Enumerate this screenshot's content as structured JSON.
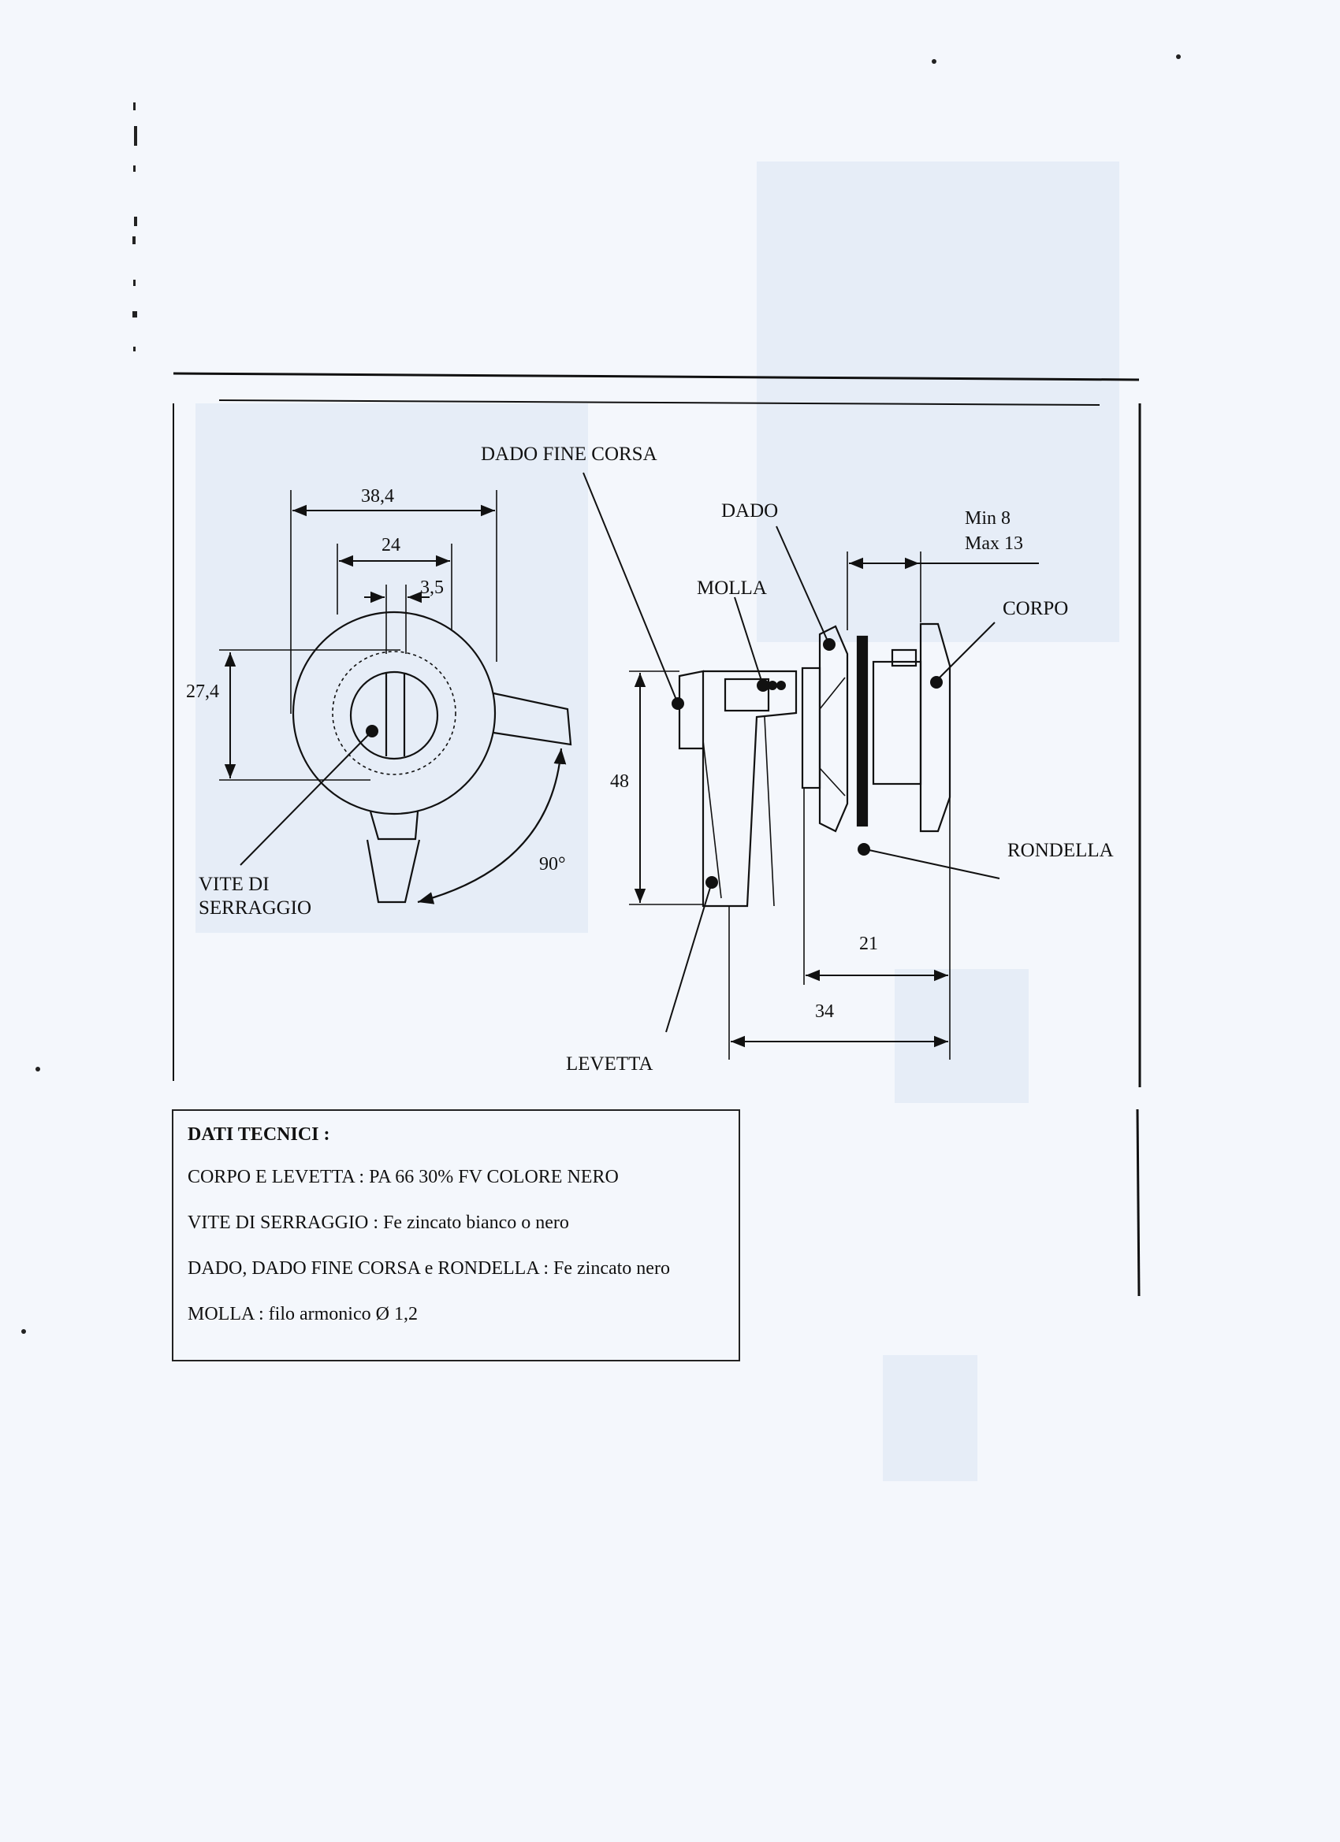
{
  "labels": {
    "dado_fine_corsa": "DADO FINE CORSA",
    "dado": "DADO",
    "molla": "MOLLA",
    "corpo": "CORPO",
    "rondella": "RONDELLA",
    "vite_di": "VITE DI",
    "serraggio": "SERRAGGIO",
    "levetta": "LEVETTA"
  },
  "dimensions": {
    "d384": "38,4",
    "d24": "24",
    "d35": "3,5",
    "d274": "27,4",
    "d90": "90°",
    "d48": "48",
    "min": "Min 8",
    "max": "Max 13",
    "d21": "21",
    "d34": "34"
  },
  "tech": {
    "title": "DATI TECNICI :",
    "line1": "CORPO E  LEVETTA  : PA 66 30% FV  COLORE  NERO",
    "line2": "VITE DI SERRAGGIO : Fe zincato bianco o nero",
    "line3": "DADO, DADO FINE CORSA e RONDELLA : Fe zincato nero",
    "line4": "MOLLA : filo armonico Ø 1,2"
  },
  "colors": {
    "ink": "#111111",
    "paper": "#f4f7fc",
    "ghost": "#dce6f4"
  }
}
